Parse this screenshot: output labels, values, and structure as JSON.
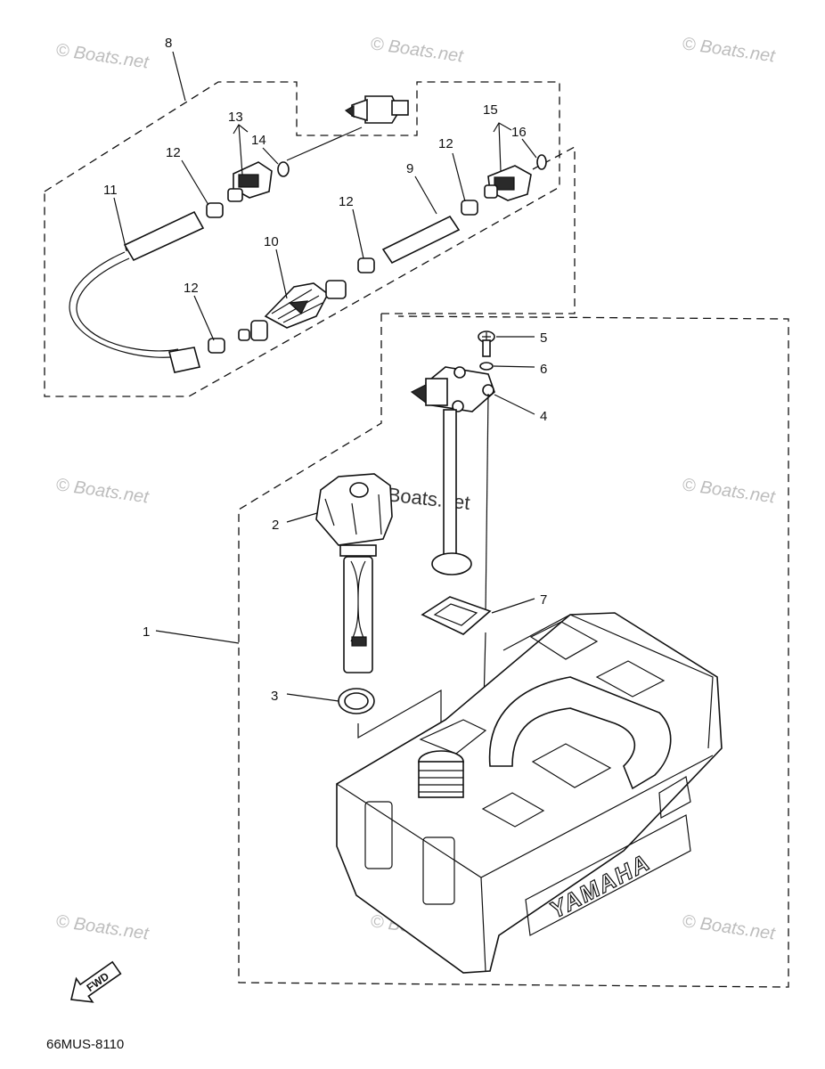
{
  "diagram": {
    "code": "66MUS-8110",
    "fwd_label": "FWD",
    "brand_label": "YAMAHA",
    "watermark_text": "© Boats.net",
    "callouts": [
      "1",
      "2",
      "3",
      "4",
      "5",
      "6",
      "7",
      "8",
      "9",
      "10",
      "11",
      "12",
      "12",
      "12",
      "12",
      "13",
      "14",
      "15",
      "16"
    ]
  },
  "colors": {
    "line": "#111111",
    "watermark": "#bdbdbd",
    "background": "#ffffff"
  }
}
